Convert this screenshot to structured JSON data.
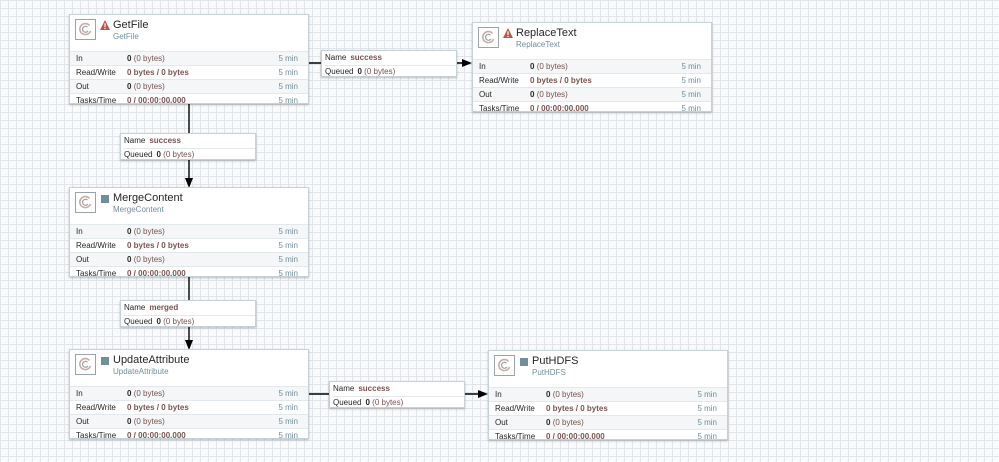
{
  "processors": {
    "getfile": {
      "name": "GetFile",
      "type": "GetFile",
      "status": "warning",
      "stats": [
        {
          "label": "In",
          "value": "0",
          "sub": "(0 bytes)",
          "time": "5 min"
        },
        {
          "label": "Read/Write",
          "value": "0 bytes / 0 bytes",
          "sub": "",
          "time": "5 min"
        },
        {
          "label": "Out",
          "value": "0",
          "sub": "(0 bytes)",
          "time": "5 min"
        },
        {
          "label": "Tasks/Time",
          "value": "0 / 00:00:00.000",
          "sub": "",
          "time": "5 min"
        }
      ]
    },
    "replacetext": {
      "name": "ReplaceText",
      "type": "ReplaceText",
      "status": "warning",
      "stats": [
        {
          "label": "In",
          "value": "0",
          "sub": "(0 bytes)",
          "time": "5 min"
        },
        {
          "label": "Read/Write",
          "value": "0 bytes / 0 bytes",
          "sub": "",
          "time": "5 min"
        },
        {
          "label": "Out",
          "value": "0",
          "sub": "(0 bytes)",
          "time": "5 min"
        },
        {
          "label": "Tasks/Time",
          "value": "0 / 00:00:00.000",
          "sub": "",
          "time": "5 min"
        }
      ]
    },
    "mergecontent": {
      "name": "MergeContent",
      "type": "MergeContent",
      "status": "stopped",
      "stats": [
        {
          "label": "In",
          "value": "0",
          "sub": "(0 bytes)",
          "time": "5 min"
        },
        {
          "label": "Read/Write",
          "value": "0 bytes / 0 bytes",
          "sub": "",
          "time": "5 min"
        },
        {
          "label": "Out",
          "value": "0",
          "sub": "(0 bytes)",
          "time": "5 min"
        },
        {
          "label": "Tasks/Time",
          "value": "0 / 00:00:00.000",
          "sub": "",
          "time": "5 min"
        }
      ]
    },
    "updateattribute": {
      "name": "UpdateAttribute",
      "type": "UpdateAttribute",
      "status": "stopped",
      "stats": [
        {
          "label": "In",
          "value": "0",
          "sub": "(0 bytes)",
          "time": "5 min"
        },
        {
          "label": "Read/Write",
          "value": "0 bytes / 0 bytes",
          "sub": "",
          "time": "5 min"
        },
        {
          "label": "Out",
          "value": "0",
          "sub": "(0 bytes)",
          "time": "5 min"
        },
        {
          "label": "Tasks/Time",
          "value": "0 / 00:00:00.000",
          "sub": "",
          "time": "5 min"
        }
      ]
    },
    "puthdfs": {
      "name": "PutHDFS",
      "type": "PutHDFS",
      "status": "stopped",
      "stats": [
        {
          "label": "In",
          "value": "0",
          "sub": "(0 bytes)",
          "time": "5 min"
        },
        {
          "label": "Read/Write",
          "value": "0 bytes / 0 bytes",
          "sub": "",
          "time": "5 min"
        },
        {
          "label": "Out",
          "value": "0",
          "sub": "(0 bytes)",
          "time": "5 min"
        },
        {
          "label": "Tasks/Time",
          "value": "0 / 00:00:00.000",
          "sub": "",
          "time": "5 min"
        }
      ]
    }
  },
  "connections": {
    "getfile_replacetext": {
      "name_label": "Name",
      "name": "success",
      "queued_label": "Queued",
      "queued": "0",
      "queued_sub": "(0 bytes)"
    },
    "getfile_mergecontent": {
      "name_label": "Name",
      "name": "success",
      "queued_label": "Queued",
      "queued": "0",
      "queued_sub": "(0 bytes)"
    },
    "mergecontent_updateattribute": {
      "name_label": "Name",
      "name": "merged",
      "queued_label": "Queued",
      "queued": "0",
      "queued_sub": "(0 bytes)"
    },
    "updateattribute_puthdfs": {
      "name_label": "Name",
      "name": "success",
      "queued_label": "Queued",
      "queued": "0",
      "queued_sub": "(0 bytes)"
    }
  },
  "colors": {
    "warning": "#ba554a",
    "stopped": "#728e9b",
    "value": "#775351",
    "type": "#728e9b"
  },
  "icons": {
    "processor": "processor-icon",
    "warning": "warning-icon",
    "stopped": "stopped-icon"
  }
}
